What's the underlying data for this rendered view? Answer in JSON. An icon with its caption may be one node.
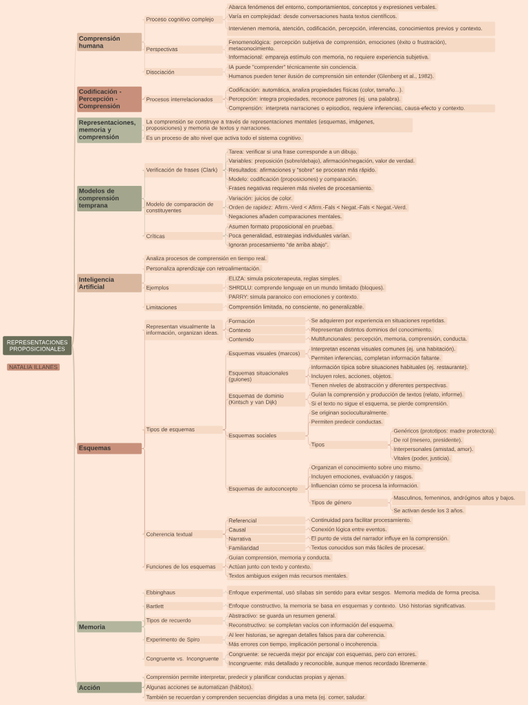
{
  "diagram": {
    "nodes": [
      {
        "text": [
          "REPRESENTACIONES PROPOSICIONALES"
        ]
      },
      {
        "text": [
          "NATALIA ILLANES"
        ]
      },
      {
        "text": [
          "Comprensión humana"
        ]
      },
      {
        "text": [
          "Proceso cognitivo complejo"
        ]
      },
      {
        "text": [
          "Abarca fenómenos del entorno, comportamientos, conceptos y expresiones verbales."
        ]
      },
      {
        "text": [
          "Varía en complejidad: desde conversaciones hasta textos científicos."
        ]
      },
      {
        "text": [
          "Intervienen memoria, atención, codificación, percepción, inferencias, conocimientos previos y contexto."
        ]
      },
      {
        "text": [
          "Perspectivas"
        ]
      },
      {
        "text": [
          "Fenomenológica: percepción subjetiva de comprensión, emociones (éxito o frustración), metaconocimiento."
        ]
      },
      {
        "text": [
          "Informacional: empareja estímulo con memoria, no requiere experiencia subjetiva."
        ]
      },
      {
        "text": [
          "Disociación"
        ]
      },
      {
        "text": [
          "IA puede \"comprender\" técnicamente sin conciencia."
        ]
      },
      {
        "text": [
          "Humanos pueden tener ilusión de comprensión sin entender (Glenberg et al., 1982)."
        ]
      },
      {
        "text": [
          "Codificación - Percepción - Comprensión"
        ]
      },
      {
        "text": [
          "Procesos interrelacionados"
        ]
      },
      {
        "text": [
          "Codificación: automática, analiza propiedades físicas (color, tamaño...)."
        ]
      },
      {
        "text": [
          "Percepción: integra propiedades, reconoce patrones (ej. una palabra)."
        ]
      },
      {
        "text": [
          "Comprensión: interpreta narraciones o episodios, requiere inferencias, causa-efecto y contexto."
        ]
      },
      {
        "text": [
          "Representaciones, memoria y comprensión"
        ]
      },
      {
        "text": [
          "La comprensión se construye a través de representaciones mentales (esquemas, imágenes, proposiciones) y memoria de textos y narraciones."
        ]
      },
      {
        "text": [
          "Es un proceso de alto nivel que activa todo el sistema cognitivo."
        ]
      },
      {
        "text": [
          "Modelos de comprensión temprana"
        ]
      },
      {
        "text": [
          "Verificación de frases (Clark)"
        ]
      },
      {
        "text": [
          "Tarea: verificar si una frase corresponde a un dibujo."
        ]
      },
      {
        "text": [
          "Variables: preposición (sobre/debajo), afirmación/negación, valor de verdad."
        ]
      },
      {
        "text": [
          "Resultados: afirmaciones y \"sobre\" se procesan más rápido."
        ]
      },
      {
        "text": [
          "Modelo: codificación (proposiciones) y comparación."
        ]
      },
      {
        "text": [
          "Frases negativas requieren más niveles de procesamiento."
        ]
      },
      {
        "text": [
          "Modelo de comparación de constituyentes"
        ]
      },
      {
        "text": [
          "Variación: juicios de color."
        ]
      },
      {
        "text": [
          "Orden de rapidez: Afirm.-Verd < Afirm.-Fals < Negat.-Fals < Negat.-Verd."
        ]
      },
      {
        "text": [
          "Negaciones añaden comparaciones mentales."
        ]
      },
      {
        "text": [
          "Críticas"
        ]
      },
      {
        "text": [
          "Asumen formato proposicional en pruebas."
        ]
      },
      {
        "text": [
          "Poca generalidad, estrategias individuales varían."
        ]
      },
      {
        "text": [
          "Ignoran procesamiento \"de arriba abajo\"."
        ]
      },
      {
        "text": [
          "Inteligencia Artificial"
        ]
      },
      {
        "text": [
          "Analiza procesos de comprensión en tiempo real."
        ]
      },
      {
        "text": [
          "Personaliza aprendizaje con retroalimentación."
        ]
      },
      {
        "text": [
          "Ejemplos"
        ]
      },
      {
        "text": [
          "ELIZA: simula psicoterapeuta, reglas simples."
        ]
      },
      {
        "text": [
          "SHRDLU: comprende lenguaje en un mundo limitado (bloques)."
        ]
      },
      {
        "text": [
          "PARRY: simula paranoico con emociones y contexto."
        ]
      },
      {
        "text": [
          "Limitaciones"
        ]
      },
      {
        "text": [
          "Comprensión limitada, no consciente, no generalizable."
        ]
      },
      {
        "text": [
          "Esquemas"
        ]
      },
      {
        "text": [
          "Representan visualmente la información, organizan ideas."
        ]
      },
      {
        "text": [
          "Formación"
        ]
      },
      {
        "text": [
          "Se adquieren por experiencia en situaciones repetidas."
        ]
      },
      {
        "text": [
          "Contexto"
        ]
      },
      {
        "text": [
          "Representan distintos dominios del conocimiento."
        ]
      },
      {
        "text": [
          "Contenido"
        ]
      },
      {
        "text": [
          "Multifuncionales: percepción, memoria, comprensión, conducta."
        ]
      },
      {
        "text": [
          "Tipos de esquemas"
        ]
      },
      {
        "text": [
          "Esquemas visuales (marcos)"
        ]
      },
      {
        "text": [
          "Interpretan escenas visuales comunes (ej. una habitación)."
        ]
      },
      {
        "text": [
          "Permiten inferencias, completan información faltante."
        ]
      },
      {
        "text": [
          "Esquemas situacionales (guiones)"
        ]
      },
      {
        "text": [
          "Información típica sobre situaciones habituales (ej. restaurante)."
        ]
      },
      {
        "text": [
          "Incluyen roles, acciones, objetos."
        ]
      },
      {
        "text": [
          "Tienen niveles de abstracción y diferentes perspectivas."
        ]
      },
      {
        "text": [
          "Esquemas de dominio (Kintsch y van Dijk)"
        ]
      },
      {
        "text": [
          "Guían la comprensión y producción de textos (relato, informe)."
        ]
      },
      {
        "text": [
          "Si el texto no sigue el esquema, se pierde comprensión."
        ]
      },
      {
        "text": [
          "Esquemas sociales"
        ]
      },
      {
        "text": [
          "Se originan socioculturalmente."
        ]
      },
      {
        "text": [
          "Permiten predecir conductas."
        ]
      },
      {
        "text": [
          "Tipos"
        ]
      },
      {
        "text": [
          "Genéricos (prototipos: madre protectora)."
        ]
      },
      {
        "text": [
          "De rol (mesero, presidente)."
        ]
      },
      {
        "text": [
          "Interpersonales (amistad, amor)."
        ]
      },
      {
        "text": [
          "Vitales (poder, justicia)."
        ]
      },
      {
        "text": [
          "Esquemas de autoconcepto"
        ]
      },
      {
        "text": [
          "Organizan el conocimiento sobre uno mismo."
        ]
      },
      {
        "text": [
          "Incluyen emociones, evaluación y rasgos."
        ]
      },
      {
        "text": [
          "Influencian cómo se procesa la información."
        ]
      },
      {
        "text": [
          "Tipos de género"
        ]
      },
      {
        "text": [
          "Masculinos, femeninos, andróginos altos y bajos."
        ]
      },
      {
        "text": [
          "Se activan desde los 3 años."
        ]
      },
      {
        "text": [
          "Coherencia textual"
        ]
      },
      {
        "text": [
          "Referencial"
        ]
      },
      {
        "text": [
          "Continuidad para facilitar procesamiento."
        ]
      },
      {
        "text": [
          "Causal"
        ]
      },
      {
        "text": [
          "Conexión lógica entre eventos."
        ]
      },
      {
        "text": [
          "Narrativa"
        ]
      },
      {
        "text": [
          "El punto de vista del narrador influye en la comprensión."
        ]
      },
      {
        "text": [
          "Familiaridad"
        ]
      },
      {
        "text": [
          "Textos conocidos son más fáciles de procesar."
        ]
      },
      {
        "text": [
          "Funciones de los esquemas"
        ]
      },
      {
        "text": [
          "Guían comprensión, memoria y conducta."
        ]
      },
      {
        "text": [
          "Actúan junto con texto y contexto."
        ]
      },
      {
        "text": [
          "Textos ambiguos exigen más recursos mentales."
        ]
      },
      {
        "text": [
          "Memoria"
        ]
      },
      {
        "text": [
          "Ebbinghaus"
        ]
      },
      {
        "text": [
          "Enfoque experimental, usó sílabas sin sentido para evitar sesgos. Memoria medida de forma precisa."
        ]
      },
      {
        "text": [
          "Bartlett"
        ]
      },
      {
        "text": [
          "Enfoque constructivo, la memoria se basa en esquemas y contexto. Usó historias significativas."
        ]
      },
      {
        "text": [
          "Tipos de recuerdo"
        ]
      },
      {
        "text": [
          "Abstractivo: se guarda un resumen general."
        ]
      },
      {
        "text": [
          "Reconstructivo: se completan vacíos con información del esquema."
        ]
      },
      {
        "text": [
          "Experimento de Spiro"
        ]
      },
      {
        "text": [
          "Al leer historias, se agregan detalles falsos para dar coherencia."
        ]
      },
      {
        "text": [
          "Más errores con tiempo, implicación personal o incoherencia."
        ]
      },
      {
        "text": [
          "Congruente vs. Incongruente"
        ]
      },
      {
        "text": [
          "Congruente: se recuerda mejor por encajar con esquemas, pero con errores."
        ]
      },
      {
        "text": [
          "Incongruente: más detallado y reconocible, aunque menos recordado libremente."
        ]
      },
      {
        "text": [
          "Acción"
        ]
      },
      {
        "text": [
          "Comprensión permite interpretar, predecir y planificar conductas propias y ajenas."
        ]
      },
      {
        "text": [
          "Algunas acciones se automatizan (hábitos)."
        ]
      },
      {
        "text": [
          "También se recuerdan y comprenden secuencias dirigidas a una meta (ej. comer, saludar."
        ]
      }
    ],
    "edges": [
      {
        "from": 0,
        "to": 2,
        "arrow": "none"
      },
      {
        "from": 2,
        "to": 3,
        "arrow": "none"
      },
      {
        "from": 3,
        "to": 4,
        "arrow": "none"
      },
      {
        "from": 3,
        "to": 5,
        "arrow": "none"
      },
      {
        "from": 3,
        "to": 6,
        "arrow": "none"
      },
      {
        "from": 2,
        "to": 7,
        "arrow": "none"
      },
      {
        "from": 7,
        "to": 8,
        "arrow": "none"
      },
      {
        "from": 7,
        "to": 9,
        "arrow": "none"
      },
      {
        "from": 2,
        "to": 10,
        "arrow": "none"
      },
      {
        "from": 10,
        "to": 11,
        "arrow": "none"
      },
      {
        "from": 10,
        "to": 12,
        "arrow": "none"
      },
      {
        "from": 0,
        "to": 13,
        "arrow": "none"
      },
      {
        "from": 13,
        "to": 14,
        "arrow": "none"
      },
      {
        "from": 14,
        "to": 15,
        "arrow": "none"
      },
      {
        "from": 14,
        "to": 16,
        "arrow": "none"
      },
      {
        "from": 14,
        "to": 17,
        "arrow": "none"
      },
      {
        "from": 0,
        "to": 18,
        "arrow": "none"
      },
      {
        "from": 18,
        "to": 19,
        "arrow": "none"
      },
      {
        "from": 18,
        "to": 20,
        "arrow": "none"
      },
      {
        "from": 0,
        "to": 21,
        "arrow": "none"
      },
      {
        "from": 21,
        "to": 22,
        "arrow": "none"
      },
      {
        "from": 22,
        "to": 23,
        "arrow": "none"
      },
      {
        "from": 22,
        "to": 24,
        "arrow": "none"
      },
      {
        "from": 22,
        "to": 25,
        "arrow": "none"
      },
      {
        "from": 22,
        "to": 26,
        "arrow": "none"
      },
      {
        "from": 22,
        "to": 27,
        "arrow": "none"
      },
      {
        "from": 21,
        "to": 28,
        "arrow": "none"
      },
      {
        "from": 28,
        "to": 29,
        "arrow": "none"
      },
      {
        "from": 28,
        "to": 30,
        "arrow": "none"
      },
      {
        "from": 28,
        "to": 31,
        "arrow": "none"
      },
      {
        "from": 21,
        "to": 32,
        "arrow": "none"
      },
      {
        "from": 32,
        "to": 33,
        "arrow": "none"
      },
      {
        "from": 32,
        "to": 34,
        "arrow": "none"
      },
      {
        "from": 32,
        "to": 35,
        "arrow": "none"
      },
      {
        "from": 0,
        "to": 36,
        "arrow": "none"
      },
      {
        "from": 36,
        "to": 37,
        "arrow": "none"
      },
      {
        "from": 36,
        "to": 38,
        "arrow": "none"
      },
      {
        "from": 36,
        "to": 39,
        "arrow": "none"
      },
      {
        "from": 39,
        "to": 40,
        "arrow": "none"
      },
      {
        "from": 39,
        "to": 41,
        "arrow": "none"
      },
      {
        "from": 39,
        "to": 42,
        "arrow": "none"
      },
      {
        "from": 36,
        "to": 43,
        "arrow": "none"
      },
      {
        "from": 43,
        "to": 44,
        "arrow": "none"
      },
      {
        "from": 0,
        "to": 45,
        "arrow": "none"
      },
      {
        "from": 45,
        "to": 46,
        "arrow": "none"
      },
      {
        "from": 46,
        "to": 47,
        "arrow": "none"
      },
      {
        "from": 47,
        "to": 48,
        "arrow": "none"
      },
      {
        "from": 46,
        "to": 49,
        "arrow": "none"
      },
      {
        "from": 49,
        "to": 50,
        "arrow": "none"
      },
      {
        "from": 46,
        "to": 51,
        "arrow": "none"
      },
      {
        "from": 51,
        "to": 52,
        "arrow": "none"
      },
      {
        "from": 45,
        "to": 53,
        "arrow": "none"
      },
      {
        "from": 53,
        "to": 54,
        "arrow": "none"
      },
      {
        "from": 54,
        "to": 55,
        "arrow": "none"
      },
      {
        "from": 54,
        "to": 56,
        "arrow": "none"
      },
      {
        "from": 53,
        "to": 57,
        "arrow": "none"
      },
      {
        "from": 57,
        "to": 58,
        "arrow": "none"
      },
      {
        "from": 57,
        "to": 59,
        "arrow": "none"
      },
      {
        "from": 57,
        "to": 60,
        "arrow": "none"
      },
      {
        "from": 53,
        "to": 61,
        "arrow": "none"
      },
      {
        "from": 61,
        "to": 62,
        "arrow": "none"
      },
      {
        "from": 61,
        "to": 63,
        "arrow": "none"
      },
      {
        "from": 53,
        "to": 64,
        "arrow": "none"
      },
      {
        "from": 64,
        "to": 65,
        "arrow": "none"
      },
      {
        "from": 64,
        "to": 66,
        "arrow": "none"
      },
      {
        "from": 64,
        "to": 67,
        "arrow": "none"
      },
      {
        "from": 67,
        "to": 68,
        "arrow": "none"
      },
      {
        "from": 67,
        "to": 69,
        "arrow": "none"
      },
      {
        "from": 67,
        "to": 70,
        "arrow": "none"
      },
      {
        "from": 67,
        "to": 71,
        "arrow": "none"
      },
      {
        "from": 53,
        "to": 72,
        "arrow": "none"
      },
      {
        "from": 72,
        "to": 73,
        "arrow": "none"
      },
      {
        "from": 72,
        "to": 74,
        "arrow": "none"
      },
      {
        "from": 72,
        "to": 75,
        "arrow": "none"
      },
      {
        "from": 72,
        "to": 76,
        "arrow": "none"
      },
      {
        "from": 76,
        "to": 77,
        "arrow": "none"
      },
      {
        "from": 76,
        "to": 78,
        "arrow": "none"
      },
      {
        "from": 45,
        "to": 79,
        "arrow": "none"
      },
      {
        "from": 79,
        "to": 80,
        "arrow": "none"
      },
      {
        "from": 80,
        "to": 81,
        "arrow": "none"
      },
      {
        "from": 79,
        "to": 82,
        "arrow": "none"
      },
      {
        "from": 82,
        "to": 83,
        "arrow": "none"
      },
      {
        "from": 79,
        "to": 84,
        "arrow": "none"
      },
      {
        "from": 84,
        "to": 85,
        "arrow": "none"
      },
      {
        "from": 79,
        "to": 86,
        "arrow": "none"
      },
      {
        "from": 86,
        "to": 87,
        "arrow": "none"
      },
      {
        "from": 45,
        "to": 88,
        "arrow": "none"
      },
      {
        "from": 88,
        "to": 89,
        "arrow": "none"
      },
      {
        "from": 88,
        "to": 90,
        "arrow": "none"
      },
      {
        "from": 88,
        "to": 91,
        "arrow": "none"
      },
      {
        "from": 0,
        "to": 92,
        "arrow": "none"
      },
      {
        "from": 92,
        "to": 93,
        "arrow": "none"
      },
      {
        "from": 93,
        "to": 94,
        "arrow": "none"
      },
      {
        "from": 92,
        "to": 95,
        "arrow": "none"
      },
      {
        "from": 95,
        "to": 96,
        "arrow": "none"
      },
      {
        "from": 92,
        "to": 97,
        "arrow": "none"
      },
      {
        "from": 97,
        "to": 98,
        "arrow": "none"
      },
      {
        "from": 97,
        "to": 99,
        "arrow": "none"
      },
      {
        "from": 92,
        "to": 100,
        "arrow": "none"
      },
      {
        "from": 100,
        "to": 101,
        "arrow": "none"
      },
      {
        "from": 100,
        "to": 102,
        "arrow": "none"
      },
      {
        "from": 92,
        "to": 103,
        "arrow": "none"
      },
      {
        "from": 103,
        "to": 104,
        "arrow": "none"
      },
      {
        "from": 103,
        "to": 105,
        "arrow": "none"
      },
      {
        "from": 0,
        "to": 106,
        "arrow": "none"
      },
      {
        "from": 106,
        "to": 107,
        "arrow": "none"
      },
      {
        "from": 106,
        "to": 108,
        "arrow": "none"
      },
      {
        "from": 106,
        "to": 109,
        "arrow": "none"
      }
    ]
  }
}
